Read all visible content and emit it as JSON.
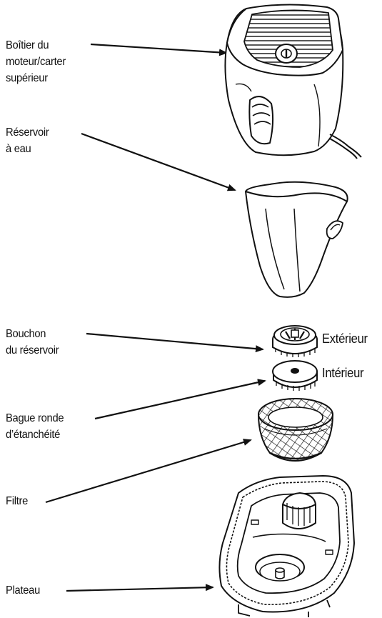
{
  "labels": {
    "boitier": [
      "Boîtier du",
      "moteur/carter",
      "supérieur"
    ],
    "reservoir": [
      "Réservoir",
      "à eau"
    ],
    "bouchon": [
      "Bouchon",
      "du réservoir"
    ],
    "exterieur": "Extérieur",
    "interieur": "Intérieur",
    "bague": [
      "Bague ronde",
      "d’étanchéité"
    ],
    "filtre": "Filtre",
    "plateau": "Plateau"
  },
  "parts": {
    "motor_housing": "motor-housing-illustration",
    "water_tank": "water-tank-illustration",
    "tank_cap_outer": "tank-cap-outer-illustration",
    "tank_cap_inner": "tank-cap-inner-illustration",
    "filter": "filter-illustration",
    "tray": "tray-illustration"
  },
  "colors": {
    "line": "#111111",
    "background": "#ffffff",
    "shade": "#d9d9d9"
  }
}
